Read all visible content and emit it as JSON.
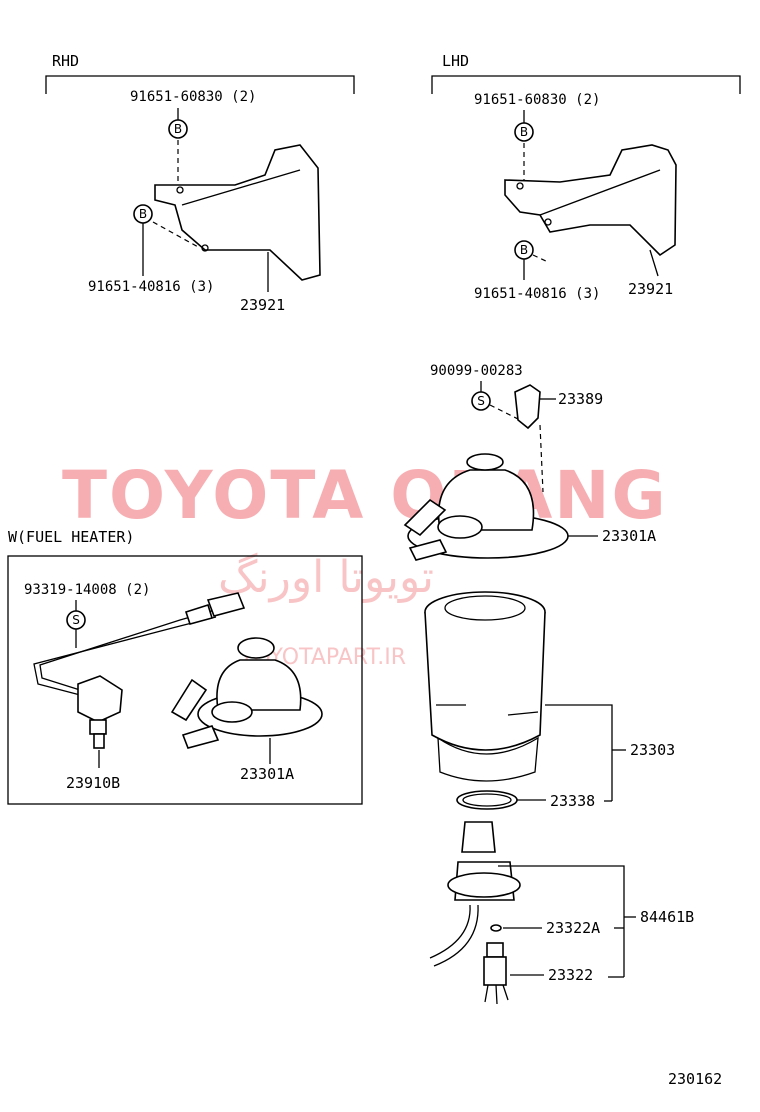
{
  "headers": {
    "rhd": "RHD",
    "lhd": "LHD",
    "fuel_heater": "W(FUEL  HEATER)"
  },
  "rhd": {
    "bolt_top_pn": "91651-60830 (2)",
    "bolt_bottom_pn": "91651-40816 (3)",
    "bracket_pn": "23921",
    "bolt_mark": "B"
  },
  "lhd": {
    "bolt_top_pn": "91651-60830 (2)",
    "bolt_bottom_pn": "91651-40816 (3)",
    "bracket_pn": "23921",
    "bolt_mark": "B"
  },
  "filter_assembly": {
    "screw_pn": "90099-00283",
    "screw_mark": "S",
    "clip_pn": "23389",
    "housing_pn": "23301A",
    "element_pn": "23303",
    "oring_pn": "23338",
    "sensor_oring_pn": "23322A",
    "sensor_pn": "23322",
    "drain_assy_pn": "84461B"
  },
  "fuel_heater": {
    "screw_pn": "93319-14008 (2)",
    "screw_mark": "S",
    "switch_pn": "23910B",
    "housing_pn": "23301A"
  },
  "figure_id": "230162",
  "watermark": {
    "brand": "TOYOTA ORANG",
    "persian": "تویوتا اورنگ",
    "url": "TOYOTAPART.IR"
  }
}
